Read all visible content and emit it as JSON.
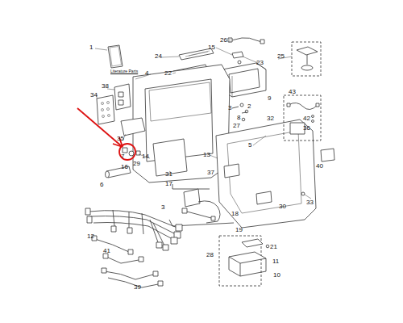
{
  "diagram": {
    "labels": [
      "1",
      "Literature Parts",
      "26",
      "15",
      "23",
      "25",
      "24",
      "22",
      "4",
      "38",
      "34",
      "3",
      "2",
      "8",
      "9",
      "27",
      "32",
      "43",
      "42",
      "36",
      "35",
      "14",
      "7",
      "16",
      "29",
      "6",
      "31",
      "5",
      "13",
      "40",
      "37",
      "30",
      "33",
      "17",
      "18",
      "19",
      "3",
      "12",
      "41",
      "39",
      "28",
      "21",
      "11",
      "10"
    ]
  }
}
